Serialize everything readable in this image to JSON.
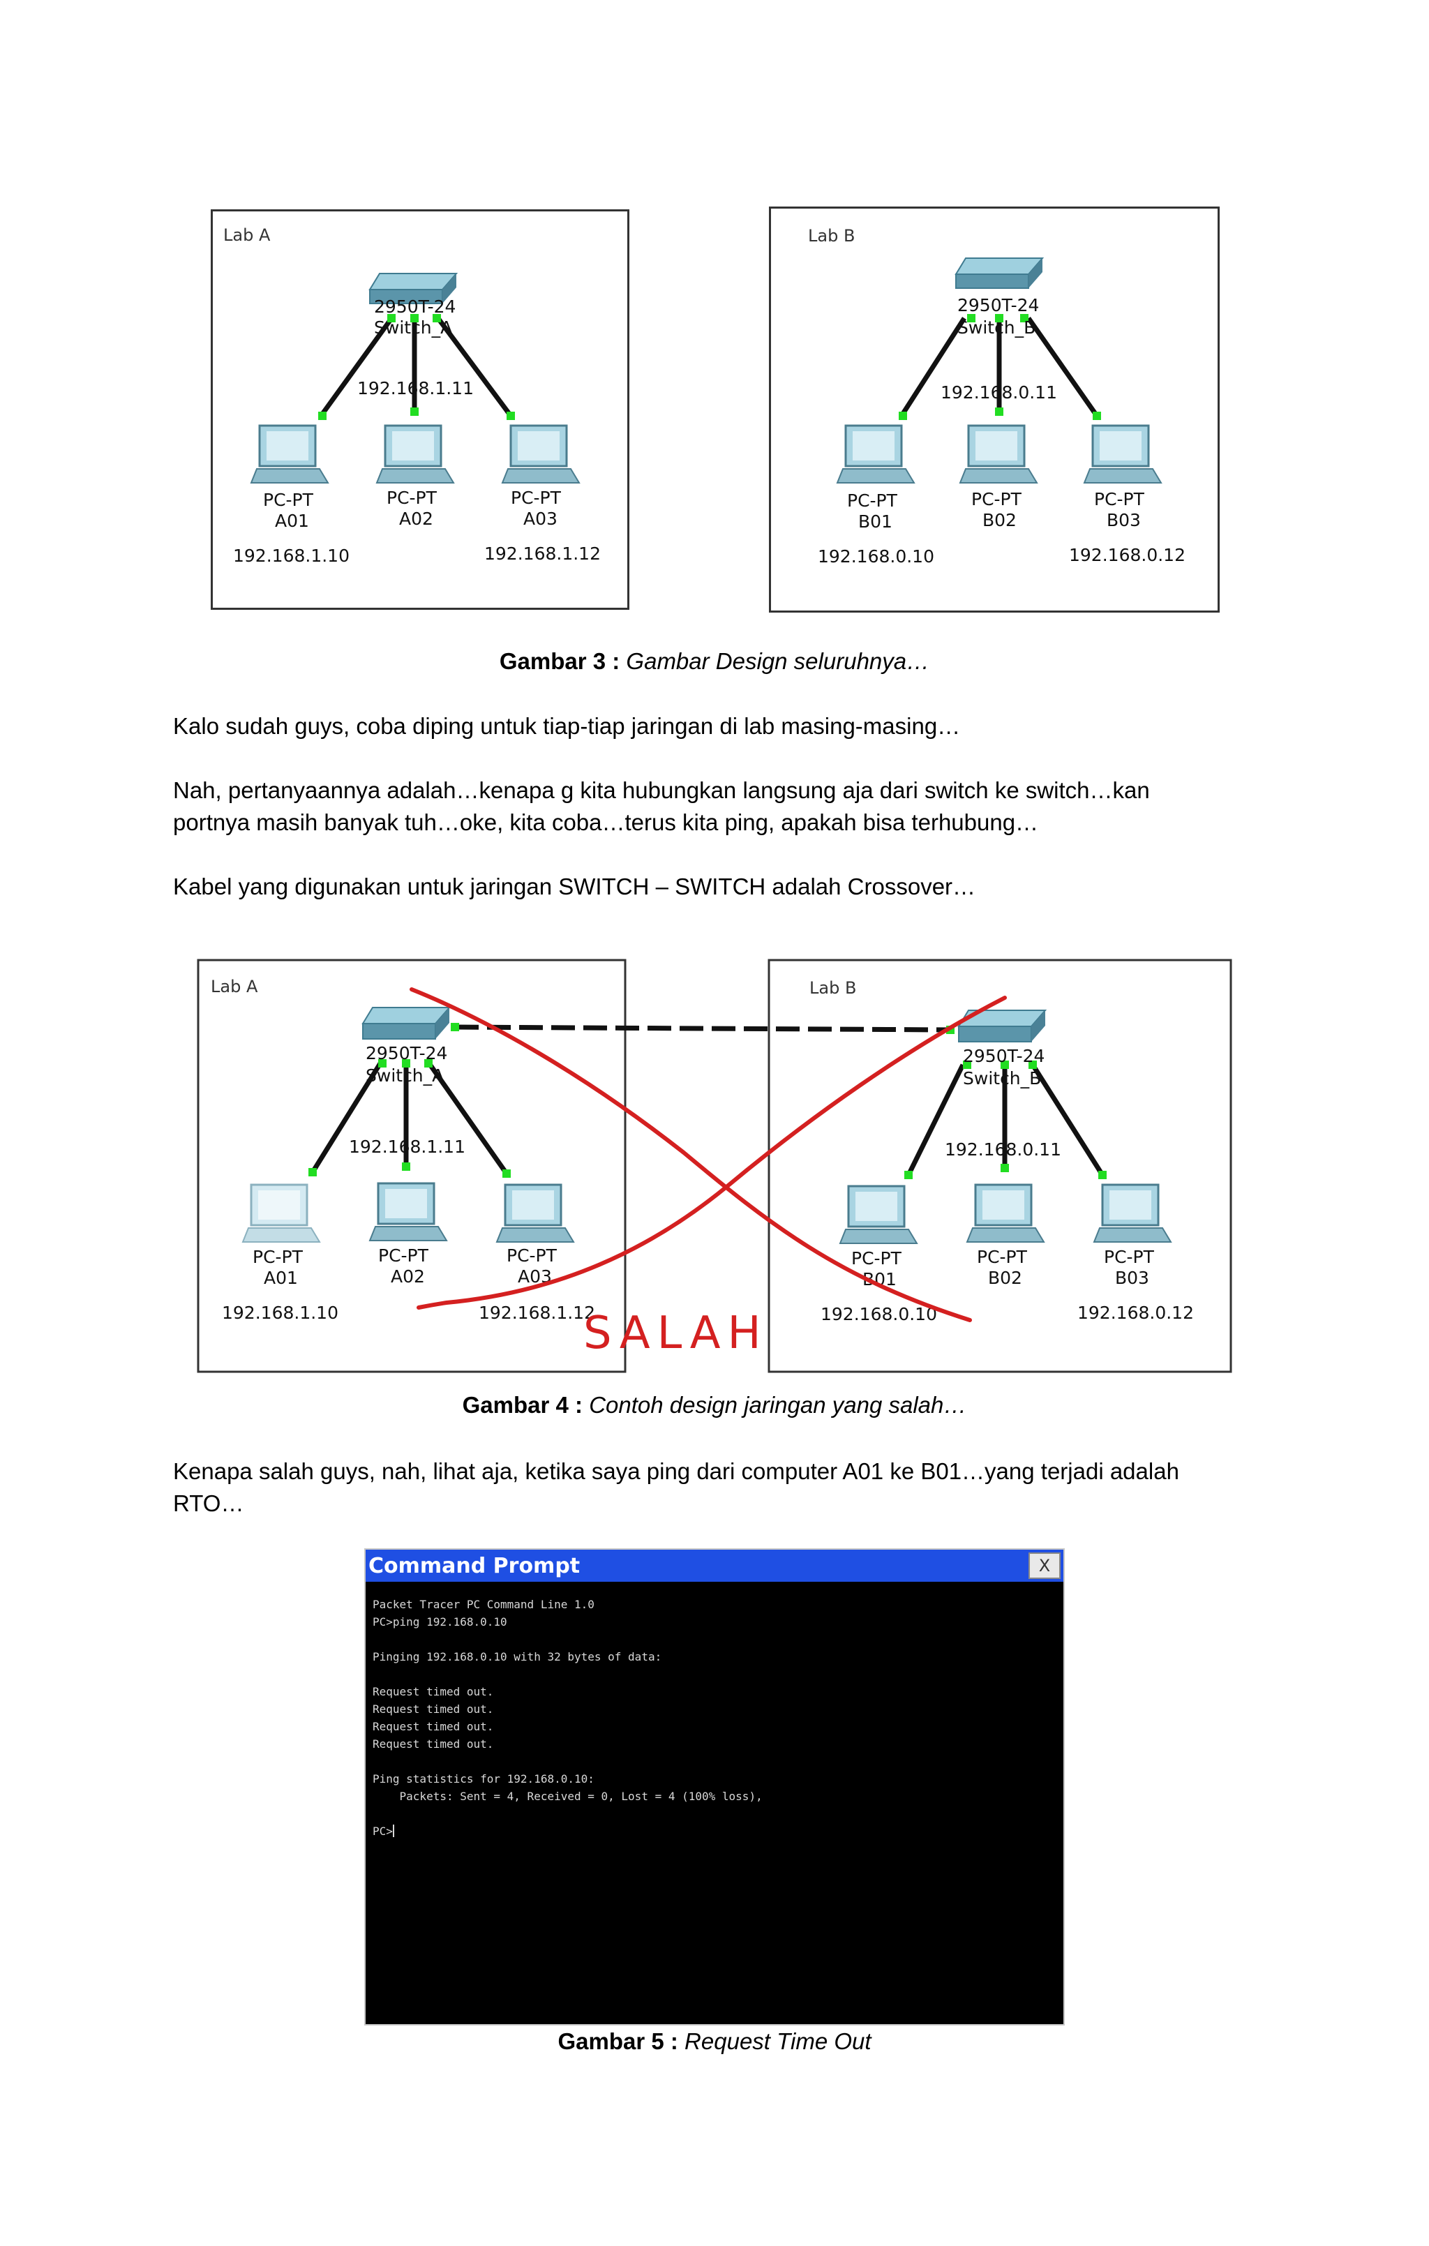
{
  "figure3": {
    "lab_a": {
      "title": "Lab A",
      "switch_model": "2950T-24",
      "switch_name": "Switch_A",
      "switch_ip": "192.168.1.11",
      "pcs": [
        {
          "type": "PC-PT",
          "name": "A01",
          "ip": "192.168.1.10"
        },
        {
          "type": "PC-PT",
          "name": "A02",
          "ip": ""
        },
        {
          "type": "PC-PT",
          "name": "A03",
          "ip": "192.168.1.12"
        }
      ]
    },
    "lab_b": {
      "title": "Lab B",
      "switch_model": "2950T-24",
      "switch_name": "Switch_B",
      "switch_ip": "192.168.0.11",
      "pcs": [
        {
          "type": "PC-PT",
          "name": "B01",
          "ip": "192.168.0.10"
        },
        {
          "type": "PC-PT",
          "name": "B02",
          "ip": ""
        },
        {
          "type": "PC-PT",
          "name": "B03",
          "ip": "192.168.0.12"
        }
      ]
    },
    "caption_label": "Gambar 3 :",
    "caption_text": "Gambar Design seluruhnya…"
  },
  "paragraphs": {
    "p1": "Kalo sudah guys, coba diping untuk tiap-tiap jaringan di lab masing-masing…",
    "p2_line1": "Nah, pertanyaannya adalah…kenapa g kita hubungkan langsung aja dari switch ke switch…kan",
    "p2_line2": "portnya masih banyak tuh…oke, kita coba…terus kita ping, apakah bisa terhubung…",
    "p3": "Kabel yang digunakan untuk jaringan SWITCH – SWITCH adalah Crossover…",
    "p4_line1": "Kenapa salah guys, nah, lihat aja, ketika saya ping dari computer A01 ke B01…yang terjadi adalah",
    "p4_line2": "RTO…"
  },
  "figure4": {
    "lab_a": {
      "title": "Lab A",
      "switch_model": "2950T-24",
      "switch_name": "Switch_A",
      "switch_ip": "192.168.1.11",
      "pcs": [
        {
          "type": "PC-PT",
          "name": "A01",
          "ip": "192.168.1.10"
        },
        {
          "type": "PC-PT",
          "name": "A02",
          "ip": ""
        },
        {
          "type": "PC-PT",
          "name": "A03",
          "ip": "192.168.1.12"
        }
      ]
    },
    "lab_b": {
      "title": "Lab B",
      "switch_model": "2950T-24",
      "switch_name": "Switch_B",
      "switch_ip": "192.168.0.11",
      "pcs": [
        {
          "type": "PC-PT",
          "name": "B01",
          "ip": "192.168.0.10"
        },
        {
          "type": "PC-PT",
          "name": "B02",
          "ip": ""
        },
        {
          "type": "PC-PT",
          "name": "B03",
          "ip": "192.168.0.12"
        }
      ]
    },
    "annotation": "SALAH",
    "annotation_color": "#d42020",
    "caption_label": "Gambar 4 :",
    "caption_text": "Contoh design jaringan yang salah…"
  },
  "cmd": {
    "title": "Command Prompt",
    "close_label": "X",
    "lines": [
      "Packet Tracer PC Command Line 1.0",
      "PC>ping 192.168.0.10",
      "",
      "Pinging 192.168.0.10 with 32 bytes of data:",
      "",
      "Request timed out.",
      "Request timed out.",
      "Request timed out.",
      "Request timed out.",
      "",
      "Ping statistics for 192.168.0.10:",
      "    Packets: Sent = 4, Received = 0, Lost = 4 (100% loss),",
      "",
      "PC>"
    ],
    "caption_label": "Gambar 5 :",
    "caption_text": "Request Time Out"
  },
  "colors": {
    "switch_top": "#6fa7bc",
    "link_dot": "#22dd22",
    "cable": "#111111",
    "title_bar": "#1f4fe3"
  }
}
